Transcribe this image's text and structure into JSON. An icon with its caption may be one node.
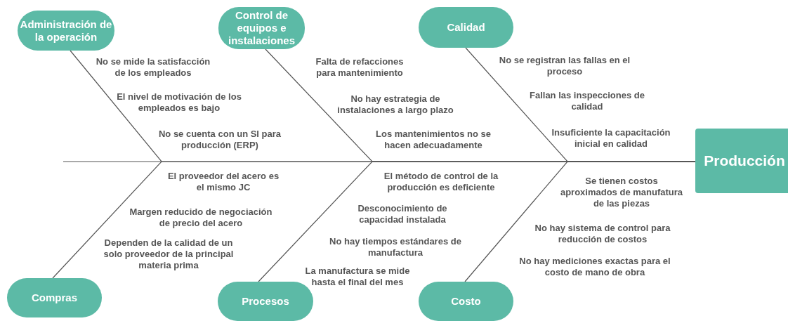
{
  "diagram": {
    "nodes": [
      {
        "text": [
          "Administración de la operación"
        ]
      },
      {
        "text": [
          "Control de equipos e instalaciones"
        ]
      },
      {
        "text": [
          "Calidad"
        ]
      },
      {
        "text": [
          "Producción"
        ]
      },
      {
        "text": [
          "Compras"
        ]
      },
      {
        "text": [
          "Procesos"
        ]
      },
      {
        "text": [
          "Costo"
        ]
      }
    ],
    "edges": [
      {
        "from": 0,
        "to": 3,
        "arrow": "none"
      },
      {
        "from": 1,
        "to": 3,
        "arrow": "none"
      },
      {
        "from": 2,
        "to": 3,
        "arrow": "none"
      },
      {
        "from": 4,
        "to": 3,
        "arrow": "none"
      },
      {
        "from": 5,
        "to": 3,
        "arrow": "none"
      },
      {
        "from": 6,
        "to": 3,
        "arrow": "none"
      }
    ],
    "labels": [
      "No se mide la satisfacción de los empleados",
      "El nivel de motivación de los empleados es bajo",
      "No se cuenta con un SI para producción (ERP)",
      "Falta de refacciones para mantenimiento",
      "No hay estrategia de instalaciones a largo plazo",
      "Los mantenimientos no se hacen adecuadamente",
      "No se registran las fallas en el proceso",
      "Fallan las inspecciones de calidad",
      "Insuficiente la capacitación inicial en calidad",
      "El proveedor del acero es el mismo JC",
      "Margen reducido de negociación de precio del acero",
      "Dependen de la calidad de un solo proveedor de la principal materia prima",
      "El método de control de la producción es deficiente",
      "Desconocimiento de capacidad instalada",
      "No hay tiempos estándares de manufactura",
      "La manufactura se mide hasta el final del mes",
      "Se tienen costos aproximados de manufatura de las piezas",
      "No hay sistema de control para reducción de costos",
      "No hay mediciones exactas para el costo de mano de obra"
    ]
  }
}
